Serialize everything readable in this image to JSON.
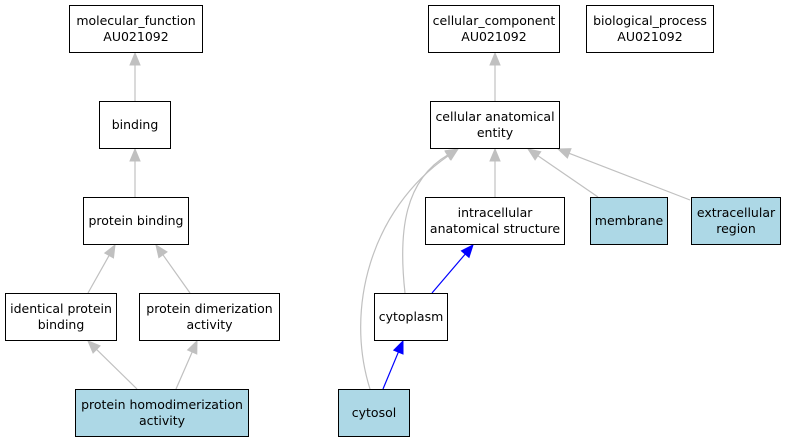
{
  "colors": {
    "highlight": "#add8e6",
    "edge_gray": "#c0c0c0",
    "edge_blue": "#0000ff",
    "border": "#000000"
  },
  "nodes": {
    "molecular_function": "molecular_function\nAU021092",
    "cellular_component": "cellular_component\nAU021092",
    "biological_process": "biological_process\nAU021092",
    "binding": "binding",
    "cellular_anatomical_entity": "cellular anatomical\nentity",
    "protein_binding": "protein binding",
    "intracellular_anatomical_structure": "intracellular\nanatomical structure",
    "membrane": "membrane",
    "extracellular_region": "extracellular\nregion",
    "identical_protein_binding": "identical protein\nbinding",
    "protein_dimerization_activity": "protein dimerization\nactivity",
    "cytoplasm": "cytoplasm",
    "protein_homodimerization_activity": "protein homodimerization\nactivity",
    "cytosol": "cytosol"
  },
  "highlighted": [
    "membrane",
    "extracellular_region",
    "protein_homodimerization_activity",
    "cytosol"
  ],
  "edges": [
    {
      "from": "binding",
      "to": "molecular_function",
      "color": "gray"
    },
    {
      "from": "protein_binding",
      "to": "binding",
      "color": "gray"
    },
    {
      "from": "identical_protein_binding",
      "to": "protein_binding",
      "color": "gray"
    },
    {
      "from": "protein_dimerization_activity",
      "to": "protein_binding",
      "color": "gray"
    },
    {
      "from": "protein_homodimerization_activity",
      "to": "identical_protein_binding",
      "color": "gray"
    },
    {
      "from": "protein_homodimerization_activity",
      "to": "protein_dimerization_activity",
      "color": "gray"
    },
    {
      "from": "cellular_anatomical_entity",
      "to": "cellular_component",
      "color": "gray"
    },
    {
      "from": "intracellular_anatomical_structure",
      "to": "cellular_anatomical_entity",
      "color": "gray"
    },
    {
      "from": "membrane",
      "to": "cellular_anatomical_entity",
      "color": "gray"
    },
    {
      "from": "extracellular_region",
      "to": "cellular_anatomical_entity",
      "color": "gray"
    },
    {
      "from": "cytoplasm",
      "to": "cellular_anatomical_entity",
      "color": "gray"
    },
    {
      "from": "cytosol",
      "to": "cellular_anatomical_entity",
      "color": "gray"
    },
    {
      "from": "cytoplasm",
      "to": "intracellular_anatomical_structure",
      "color": "blue"
    },
    {
      "from": "cytosol",
      "to": "cytoplasm",
      "color": "blue"
    }
  ]
}
